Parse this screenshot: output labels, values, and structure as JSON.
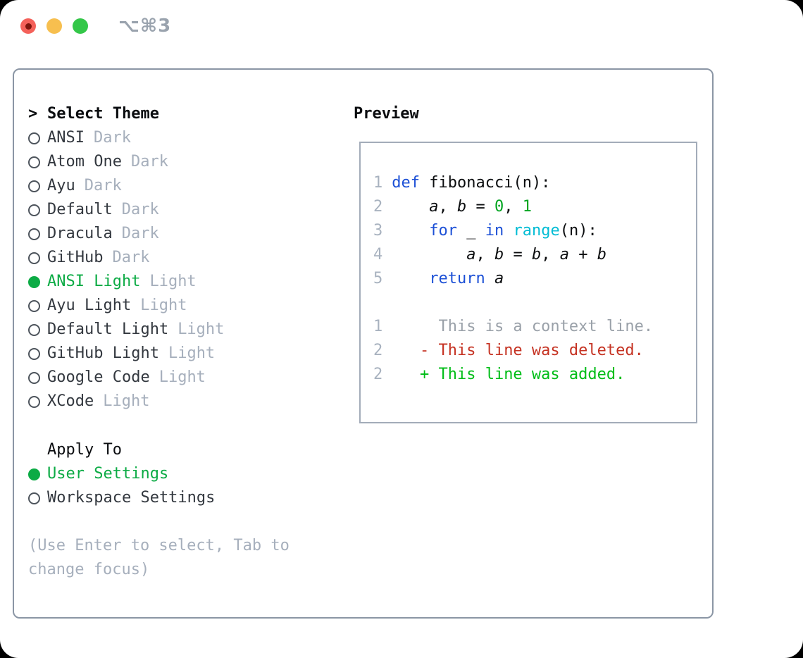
{
  "window": {
    "title": "⌥⌘3"
  },
  "theme_selector": {
    "header_prefix": ">",
    "header": "Select Theme",
    "items": [
      {
        "name": "ANSI",
        "variant": "Dark",
        "selected": false
      },
      {
        "name": "Atom One",
        "variant": "Dark",
        "selected": false
      },
      {
        "name": "Ayu",
        "variant": "Dark",
        "selected": false
      },
      {
        "name": "Default",
        "variant": "Dark",
        "selected": false
      },
      {
        "name": "Dracula",
        "variant": "Dark",
        "selected": false
      },
      {
        "name": "GitHub",
        "variant": "Dark",
        "selected": false
      },
      {
        "name": "ANSI Light",
        "variant": "Light",
        "selected": true
      },
      {
        "name": "Ayu Light",
        "variant": "Light",
        "selected": false
      },
      {
        "name": "Default Light",
        "variant": "Light",
        "selected": false
      },
      {
        "name": "GitHub Light",
        "variant": "Light",
        "selected": false
      },
      {
        "name": "Google Code",
        "variant": "Light",
        "selected": false
      },
      {
        "name": "XCode",
        "variant": "Light",
        "selected": false
      }
    ]
  },
  "apply_to": {
    "header": "Apply To",
    "options": [
      {
        "label": "User Settings",
        "selected": true
      },
      {
        "label": "Workspace Settings",
        "selected": false
      }
    ]
  },
  "hint": "(Use Enter to select, Tab to change focus)",
  "preview": {
    "header": "Preview",
    "lines": [
      {
        "num": "1",
        "segments": [
          {
            "text": "def",
            "type": "keyword"
          },
          {
            "text": " fibonacci(n):",
            "type": "plain"
          }
        ]
      },
      {
        "num": "2",
        "segments": [
          {
            "text": "    ",
            "type": "plain"
          },
          {
            "text": "a",
            "type": "variable"
          },
          {
            "text": ", ",
            "type": "plain"
          },
          {
            "text": "b",
            "type": "variable"
          },
          {
            "text": " = ",
            "type": "plain"
          },
          {
            "text": "0",
            "type": "number"
          },
          {
            "text": ", ",
            "type": "plain"
          },
          {
            "text": "1",
            "type": "number"
          }
        ]
      },
      {
        "num": "3",
        "segments": [
          {
            "text": "    ",
            "type": "plain"
          },
          {
            "text": "for",
            "type": "keyword"
          },
          {
            "text": " _ ",
            "type": "plain"
          },
          {
            "text": "in",
            "type": "keyword"
          },
          {
            "text": " ",
            "type": "plain"
          },
          {
            "text": "range",
            "type": "builtin"
          },
          {
            "text": "(n):",
            "type": "plain"
          }
        ]
      },
      {
        "num": "4",
        "segments": [
          {
            "text": "        ",
            "type": "plain"
          },
          {
            "text": "a",
            "type": "variable"
          },
          {
            "text": ", ",
            "type": "plain"
          },
          {
            "text": "b",
            "type": "variable"
          },
          {
            "text": " = ",
            "type": "plain"
          },
          {
            "text": "b",
            "type": "variable"
          },
          {
            "text": ", ",
            "type": "plain"
          },
          {
            "text": "a",
            "type": "variable"
          },
          {
            "text": " + ",
            "type": "plain"
          },
          {
            "text": "b",
            "type": "variable"
          }
        ]
      },
      {
        "num": "5",
        "segments": [
          {
            "text": "    ",
            "type": "plain"
          },
          {
            "text": "return",
            "type": "keyword"
          },
          {
            "text": " ",
            "type": "plain"
          },
          {
            "text": "a",
            "type": "variable"
          }
        ]
      },
      {
        "num": "",
        "segments": []
      },
      {
        "num": "1",
        "segments": [
          {
            "text": "     This is a context line.",
            "type": "context"
          }
        ]
      },
      {
        "num": "2",
        "segments": [
          {
            "text": "   - This line was deleted.",
            "type": "deleted"
          }
        ]
      },
      {
        "num": "2",
        "segments": [
          {
            "text": "   + This line was added.",
            "type": "added"
          }
        ]
      }
    ]
  },
  "colors": {
    "accent_green": "#0cab45",
    "keyword_blue": "#1c50d6",
    "builtin_cyan": "#00bcd4",
    "number_green": "#00a41f",
    "added_green": "#00bd17",
    "deleted_red": "#c53222",
    "context_gray": "#9aa1a9",
    "line_number_gray": "#a8b2bf",
    "name_dark": "#33383f",
    "variant_gray": "#a6afbc",
    "hint_gray": "#a6afbc",
    "header_black": "#0b0d10",
    "circle_gray": "#4d545c",
    "panel_border": "#8b96a5",
    "box_border": "#a3acb9",
    "title_gray": "#9aa3ae",
    "code_plain": "#0b0d0f",
    "traffic_red": "#f4615a",
    "traffic_red_dot": "#7e150d",
    "traffic_yellow": "#f7bf4f",
    "traffic_green": "#34c749"
  }
}
